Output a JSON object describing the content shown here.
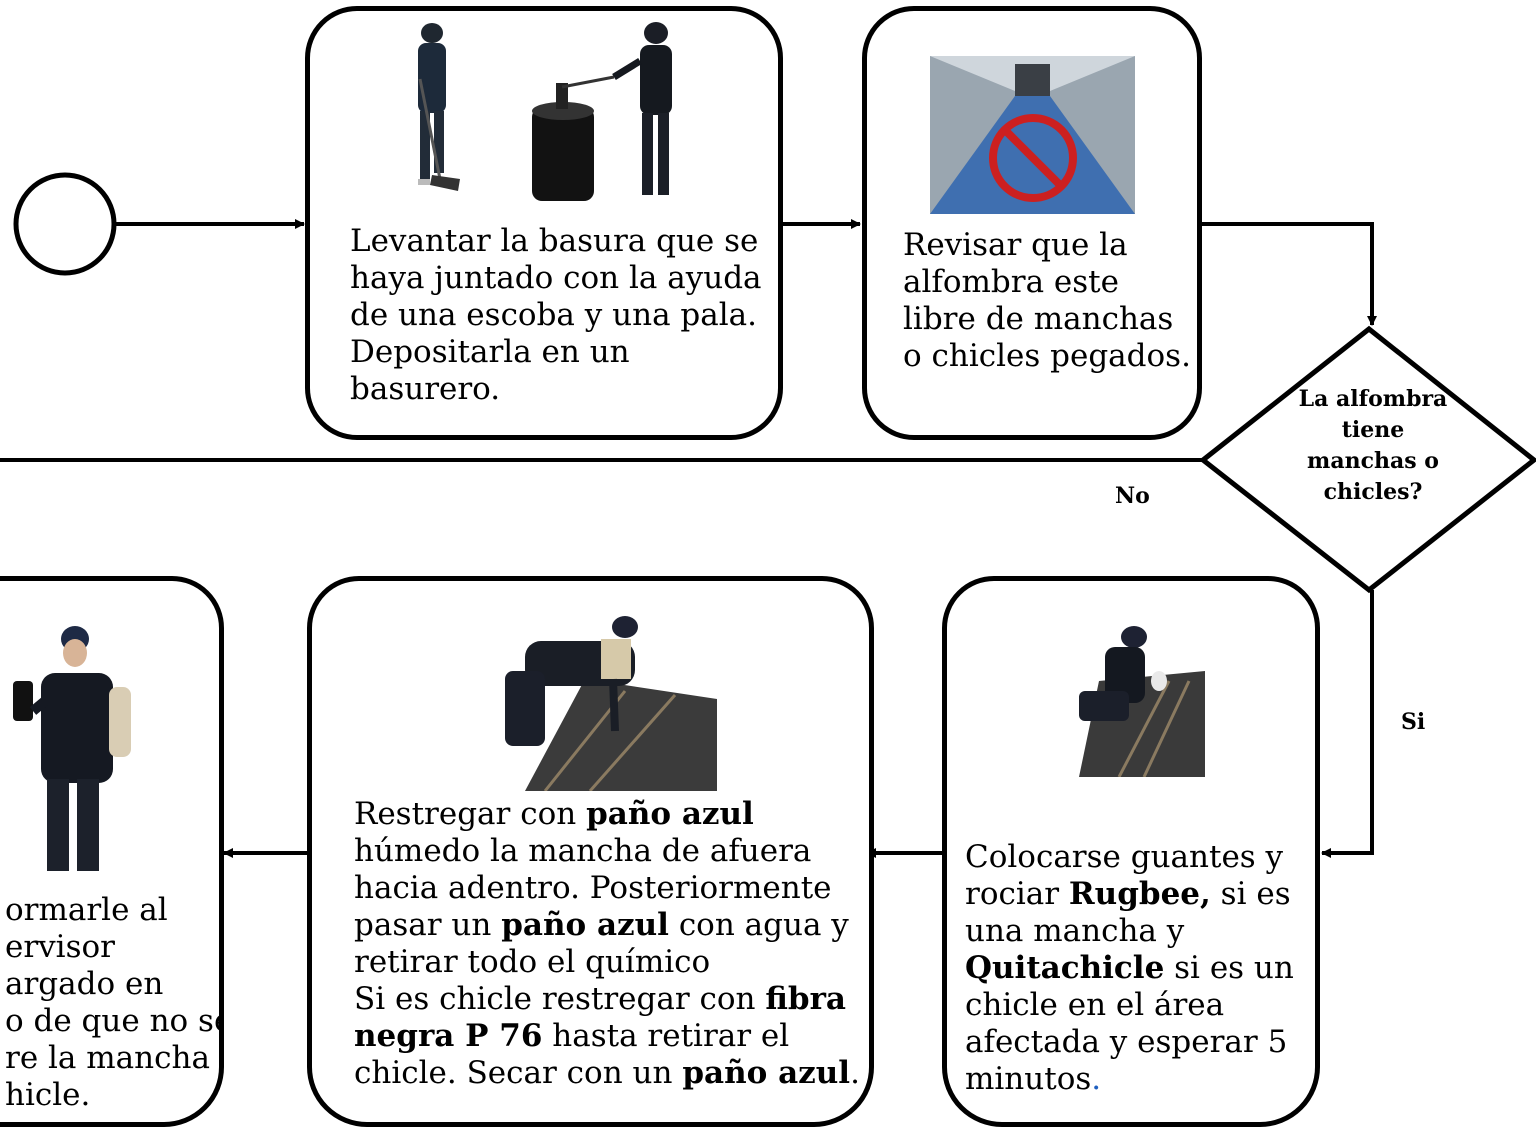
{
  "start": {},
  "step1": {
    "text": "Levantar la basura que se haya juntado con la ayuda de una escoba y una pala. Depositarla en un basurero."
  },
  "step2": {
    "text": "Revisar que la alfombra este libre de manchas o chicles pegados."
  },
  "decision": {
    "question": "La alfombra tiene manchas o chicles?",
    "no_label": "No",
    "yes_label": "Si"
  },
  "step3": {
    "t1": "Colocarse guantes y rociar ",
    "b1": "Rugbee,",
    "t2": " si es una mancha y ",
    "b2": "Quitachicle",
    "t3": " si es un chicle en el área afectada  y esperar 5 minutos",
    "t4": "."
  },
  "step4": {
    "t1": "Restregar con ",
    "b1": "paño azul",
    "t2": " húmedo la mancha de afuera hacia adentro. Posteriormente pasar un ",
    "b2": "paño azul",
    "t3": " con agua y retirar todo el químico",
    "t4": "Si es chicle restregar con ",
    "b3": "fibra negra P 76",
    "t5": " hasta retirar el chicle. Secar con un ",
    "b4": "paño azul",
    "t6": "."
  },
  "step5": {
    "lines": [
      "ormarle al",
      "ervisor",
      "argado en",
      "o de que no se",
      "re la mancha",
      "hicle."
    ]
  },
  "colors": {
    "line": "#000000",
    "carpet_blue": "#3f6fb0",
    "no_sign_red": "#cc2020",
    "period_blue": "#1f5fbf"
  }
}
